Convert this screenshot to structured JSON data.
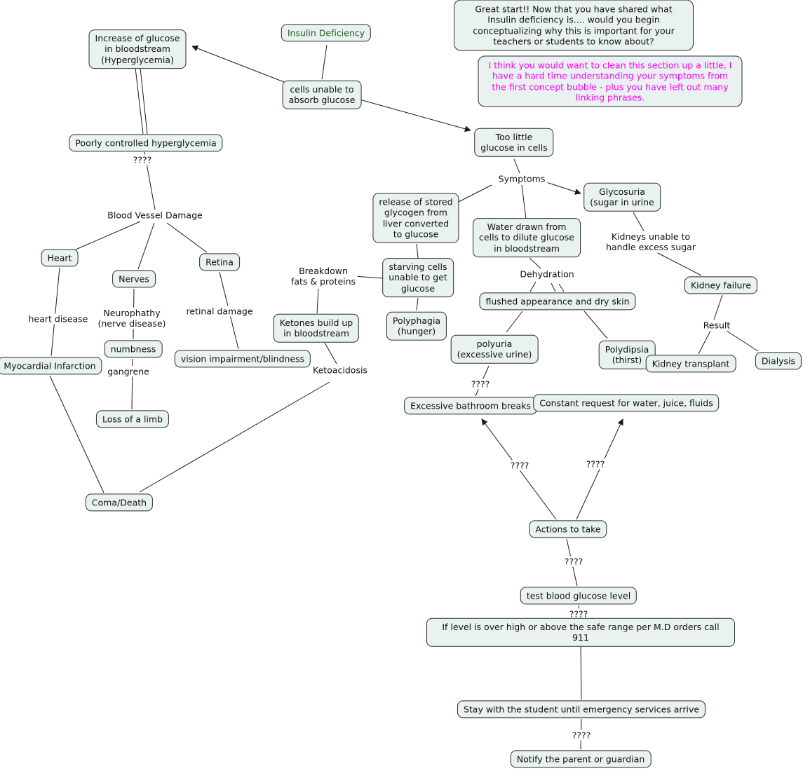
{
  "colors": {
    "box_fill": "#e9f1f1",
    "box_border": "#2b2b2b",
    "text": "#111111",
    "insulin_text_green": "#1e5e1e",
    "feedback_magenta": "#ff00ff",
    "edge_line": "#1a1a1a",
    "background": "#ffffff"
  },
  "comments": {
    "feedback_top": "Great start!! Now that you have shared what Insulin deficiency is....  would you begin conceptualizing why this is important for your teachers or students to know about?",
    "feedback_magenta": "I think you would want to clean this section up a little, I have a hard time understanding your symptoms from the first concept bubble - plus  you have left out many linking phrases."
  },
  "nodes": {
    "insulin_deficiency": "Insulin Deficiency",
    "increase_glucose": "Increase of glucose\nin bloodstream\n(Hyperglycemia)",
    "cells_unable": "cells unable to\nabsorb glucose",
    "poorly_controlled": "Poorly controlled hyperglycemia",
    "heart": "Heart",
    "nerves": "Nerves",
    "retina": "Retina",
    "numbness": "numbness",
    "myocardial_infarction": "Myocardial Infarction",
    "vision_impairment": "vision impairment/blindness",
    "loss_of_limb": "Loss of a limb",
    "coma_death": "Coma/Death",
    "release_glycogen": "release of stored\nglycogen from\nliver converted\nto glucose",
    "starving_cells": "starving cells\nunable to get\nglucose",
    "ketones": "Ketones build up\nin bloodstream",
    "polyphagia": "Polyphagia\n(hunger)",
    "too_little_glucose": "Too little\nglucose in cells",
    "glycosuria": "Glycosuria\n(sugar in urine",
    "water_drawn": "Water drawn from\ncells to dilute glucose\nin bloodstream",
    "flushed_skin": "flushed appearance and dry skin",
    "kidney_failure": "Kidney failure",
    "polyuria": "polyuria\n(excessive urine)",
    "polydipsia": "Polydipsia\n(thirst)",
    "kidney_transplant": "Kidney transplant",
    "dialysis": "Dialysis",
    "excessive_bathroom": "Excessive bathroom breaks",
    "constant_request": "Constant request for water, juice, fluids",
    "actions_to_take": "Actions to take",
    "test_blood": "test blood glucose level",
    "if_level_high": "If level is over high or above the safe range per M.D orders call 911",
    "stay_with_student": "Stay with the student until emergency services arrive",
    "notify_parent": "Notify the parent or guardian"
  },
  "links": {
    "unknown": "????",
    "blood_vessel_damage": "Blood Vessel Damage",
    "heart_disease": "heart disease",
    "neurophathy": "Neurophathy\n(nerve disease)",
    "retinal_damage": "retinal damage",
    "gangrene": "gangrene",
    "ketoacidosis": "Ketoacidosis",
    "breakdown": "Breakdown\nfats & proteins",
    "symptoms": "Symptoms",
    "kidneys_unable": "Kidneys unable to\nhandle excess sugar",
    "dehydration": "Dehydration",
    "result": "Result"
  }
}
